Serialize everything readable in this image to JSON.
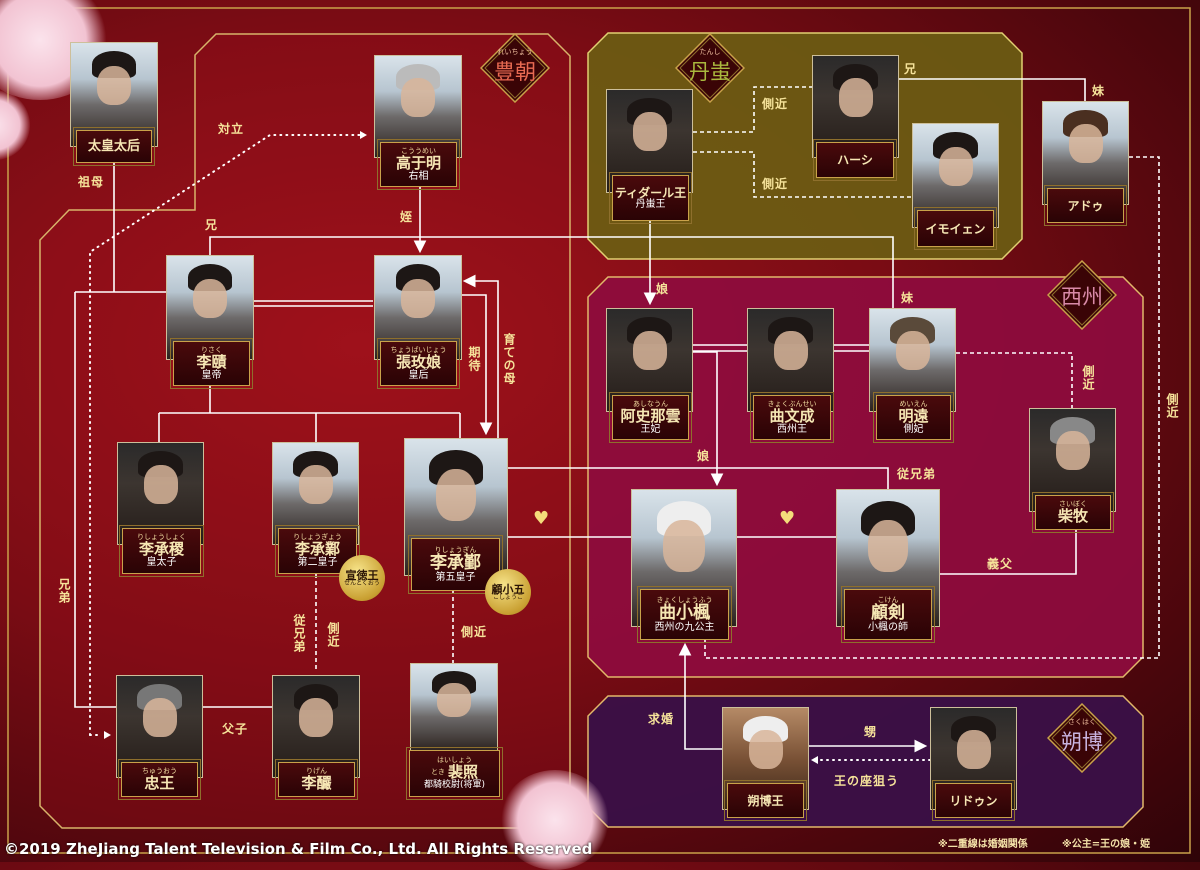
{
  "emblems": {
    "hou": {
      "kana": "れいちょう",
      "name": "豊朝",
      "color": "#e05a4a"
    },
    "tanshi": {
      "kana": "たんし",
      "name": "丹蚩",
      "color": "#9fae3a"
    },
    "seishu": {
      "name": "西州",
      "color": "#d98aa8"
    },
    "sakuhaku": {
      "kana": "さくはく",
      "name": "朔博",
      "color": "#c9b4e0"
    }
  },
  "characters": [
    {
      "name": "太皇太后"
    },
    {
      "kana": "こううめい",
      "name": "高于明",
      "role": "右相"
    },
    {
      "kana": "りさく",
      "name": "李賾",
      "role": "皇帝"
    },
    {
      "kana": "ちょうばいじょう",
      "name": "張玫娘",
      "role": "皇后"
    },
    {
      "kana": "りしょうしょく",
      "name": "李承稷",
      "role": "皇太子"
    },
    {
      "kana": "りしょうぎょう",
      "name": "李承鄴",
      "role": "第二皇子"
    },
    {
      "kana": "りしょうぎん",
      "name": "李承鄞",
      "role": "第五皇子"
    },
    {
      "kana": "ちゅうおう",
      "name": "忠王"
    },
    {
      "kana": "りげん",
      "name": "李釅"
    },
    {
      "kana": "はいしょう",
      "kana2": "とき",
      "name": "裴照",
      "role": "都騎校尉(将軍)"
    },
    {
      "name": "ティダール王",
      "role": "丹蚩王"
    },
    {
      "name": "ハーシ"
    },
    {
      "name": "イモイェン"
    },
    {
      "name": "アドゥ"
    },
    {
      "kana": "あしなうん",
      "name": "阿史那雲",
      "role": "王妃"
    },
    {
      "kana": "きょくぶんせい",
      "name": "曲文成",
      "role": "西州王"
    },
    {
      "kana": "めいえん",
      "name": "明遠",
      "role": "側妃"
    },
    {
      "kana": "さいぼく",
      "name": "柴牧"
    },
    {
      "kana": "きょくしょうふう",
      "name": "曲小楓",
      "role": "西州の九公主"
    },
    {
      "kana": "こけん",
      "name": "顧剣",
      "role": "小楓の師"
    },
    {
      "name": "朔博王"
    },
    {
      "name": "リドゥン"
    }
  ],
  "badges": [
    {
      "name": "宣徳王",
      "kana": "せんとくおう"
    },
    {
      "name": "顧小五",
      "kana": "こしょうご"
    }
  ],
  "relations": {
    "tairitsu": "対立",
    "sobo": "祖母",
    "mei": "姪",
    "ani1": "兄",
    "kitai": "期待",
    "sodate": "育ての母",
    "kyoudai": "兄弟",
    "itoko1": "従兄弟",
    "sokkin1": "側近",
    "sokkin2": "側近",
    "fushi": "父子",
    "sokkin3": "側近",
    "sokkin4": "側近",
    "ani2": "兄",
    "imouto1": "妹",
    "musume1": "娘",
    "imouto2": "妹",
    "sokkin5": "側近",
    "sokkin6": "側近",
    "musume2": "娘",
    "itoko2": "従兄弟",
    "gifu": "義父",
    "kyukon": "求婚",
    "oi": "甥",
    "nerau": "王の座狙う"
  },
  "hearts": [
    "♥",
    "♥"
  ],
  "footnotes": [
    "※二重線は婚姻関係",
    "※公主=王の娘・姫"
  ],
  "copyright": "©2019 ZheJiang Talent Television & Film Co., Ltd. All Rights Reserved"
}
